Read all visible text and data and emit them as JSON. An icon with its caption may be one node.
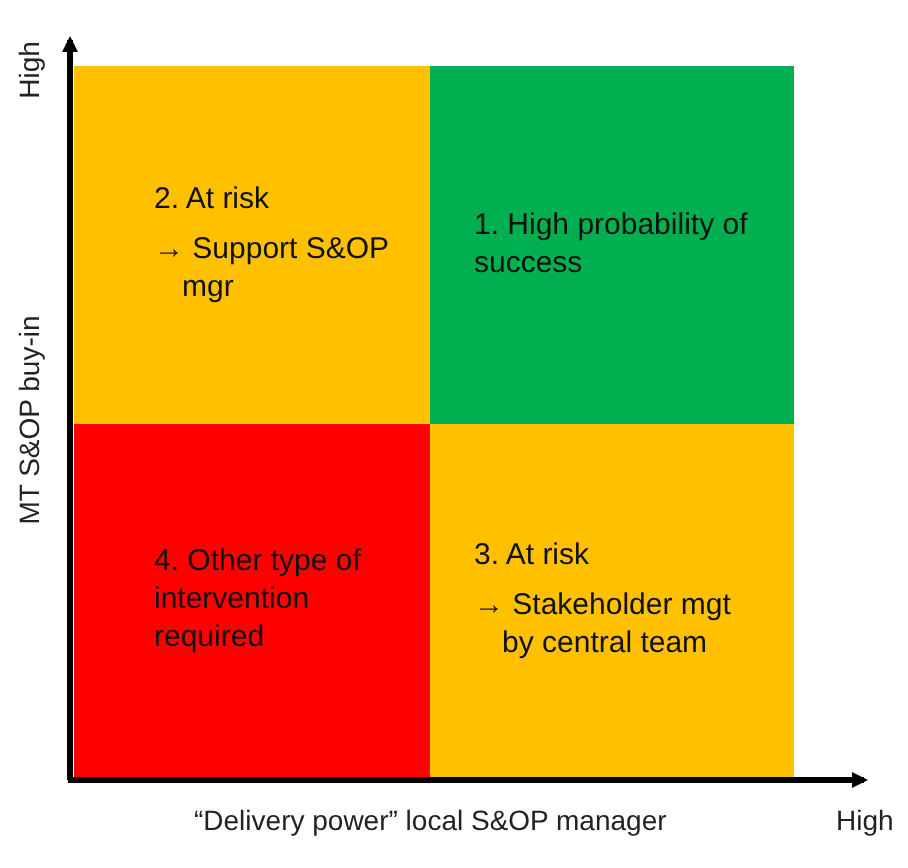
{
  "diagram": {
    "nodes": [
      {
        "text": [
          "2. At risk",
          "→ Support S&OP mgr"
        ]
      },
      {
        "text": [
          "1. High probability of success"
        ]
      },
      {
        "text": [
          "4. Other type of intervention required"
        ]
      },
      {
        "text": [
          "3. At risk",
          "→ Stakeholder mgt by central team"
        ]
      }
    ],
    "labels": [
      "High",
      "MT S&OP buy-in",
      "“Delivery power” local S&OP manager",
      "High"
    ]
  }
}
